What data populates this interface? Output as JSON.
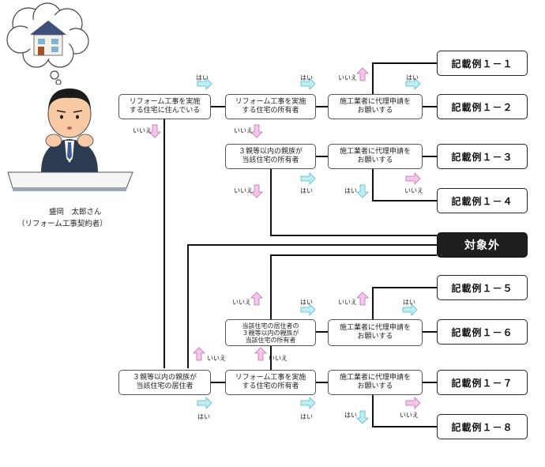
{
  "person": {
    "name": "盛岡　太郎さん",
    "role": "（リフォーム工事契約者）"
  },
  "nodes": {
    "q_live": "リフォーム工事を実施\nする住宅に住んでいる",
    "q_owner_top": "リフォーム工事を実施\nする住宅の所有者",
    "q_proxy1": "施工業者に代理申請を\nお願いする",
    "q_relative_owner": "３親等以内の親族が\n当該住宅の所有者",
    "q_proxy2": "施工業者に代理申請を\nお願いする",
    "q_resident_relative_owner": "当該住宅の居住者の\n３親等以内の親族が\n当該住宅の所有者",
    "q_proxy3": "施工業者に代理申請を\nお願いする",
    "q_relative_resident": "３親等以内の親族が\n当該住宅の居住者",
    "q_owner_bottom": "リフォーム工事を実施\nする住宅の所有者",
    "q_proxy4": "施工業者に代理申請を\nお願いする"
  },
  "results": {
    "ex1_1": "記載例１－１",
    "ex1_2": "記載例１－２",
    "ex1_3": "記載例１－３",
    "ex1_4": "記載例１－４",
    "exclude": "対象外",
    "ex1_5": "記載例１－５",
    "ex1_6": "記載例１－６",
    "ex1_7": "記載例１－７",
    "ex1_8": "記載例１－８"
  },
  "labels": {
    "yes": "はい",
    "no": "いいえ"
  },
  "colors": {
    "yes_arrow": "#bfeef2",
    "yes_arrow_stroke": "#5bb8c4",
    "no_arrow": "#f4c6ec",
    "no_arrow_stroke": "#c070b0",
    "exclude_bg": "#1e1e1e"
  },
  "icons": [
    "house-thought-bubble-icon",
    "worried-man-icon"
  ]
}
